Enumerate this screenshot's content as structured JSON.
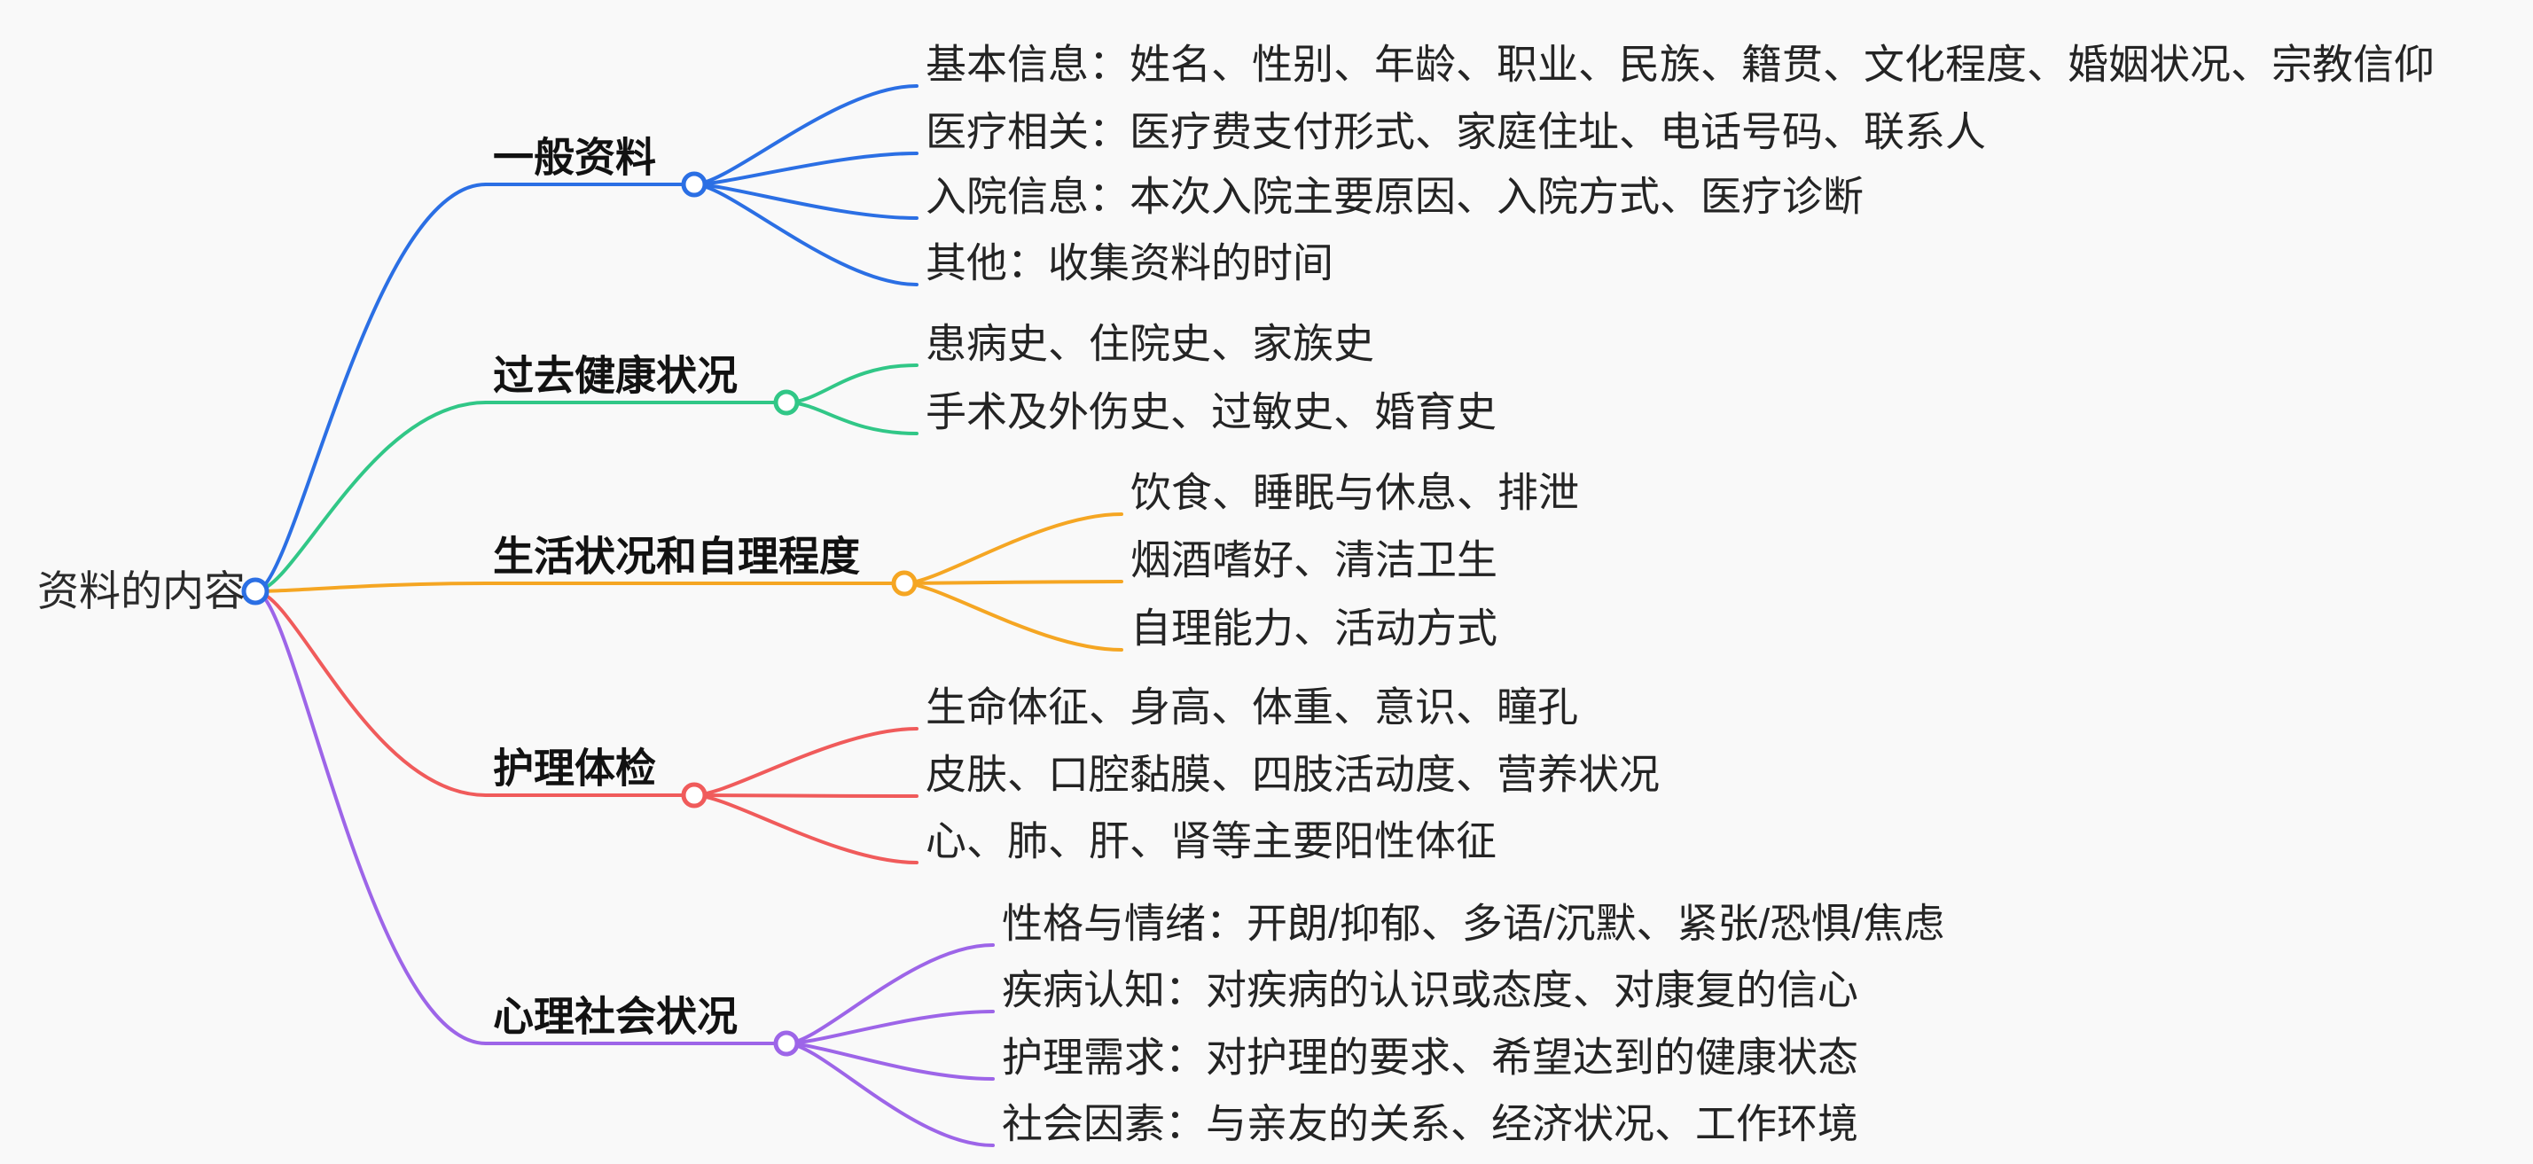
{
  "background": "#F9F9F9",
  "root": {
    "label": "资料的内容",
    "color": "#2B6FE4"
  },
  "branches": [
    {
      "label": "一般资料",
      "color": "#2B6FE4",
      "children": [
        "基本信息：姓名、性别、年龄、职业、民族、籍贯、文化程度、婚姻状况、宗教信仰",
        "医疗相关：医疗费支付形式、家庭住址、电话号码、联系人",
        "入院信息：本次入院主要原因、入院方式、医疗诊断",
        "其他：收集资料的时间"
      ]
    },
    {
      "label": "过去健康状况",
      "color": "#31C787",
      "children": [
        "患病史、住院史、家族史",
        "手术及外伤史、过敏史、婚育史"
      ]
    },
    {
      "label": "生活状况和自理程度",
      "color": "#F5A623",
      "children": [
        "饮食、睡眠与休息、排泄",
        "烟酒嗜好、清洁卫生",
        "自理能力、活动方式"
      ]
    },
    {
      "label": "护理体检",
      "color": "#F05B5B",
      "children": [
        "生命体征、身高、体重、意识、瞳孔",
        "皮肤、口腔黏膜、四肢活动度、营养状况",
        "心、肺、肝、肾等主要阳性体征"
      ]
    },
    {
      "label": "心理社会状况",
      "color": "#9D65E8",
      "children": [
        "性格与情绪：开朗/抑郁、多语/沉默、紧张/恐惧/焦虑",
        "疾病认知：对疾病的认识或态度、对康复的信心",
        "护理需求：对护理的要求、希望达到的健康状态",
        "社会因素：与亲友的关系、经济状况、工作环境"
      ]
    }
  ]
}
